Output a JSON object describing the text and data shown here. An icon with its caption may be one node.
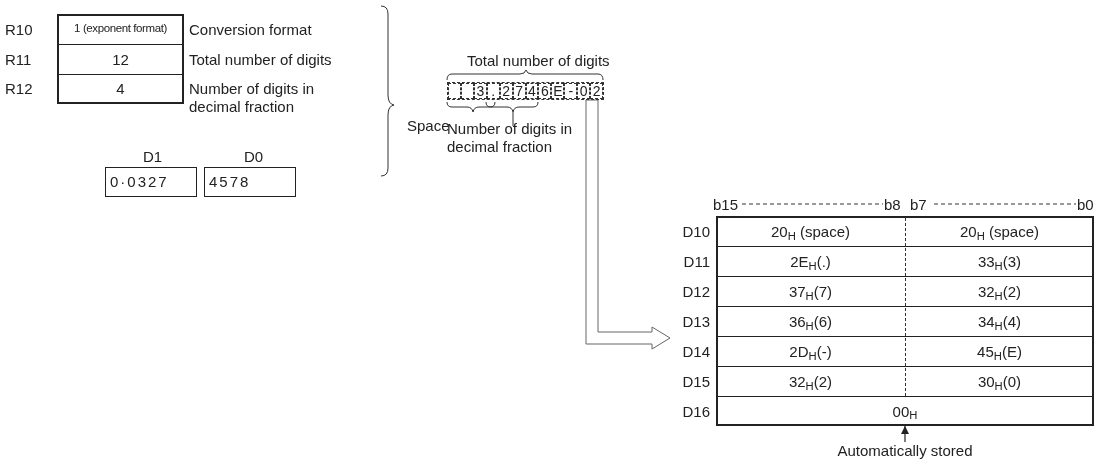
{
  "diagram": {
    "nodes": [
      {
        "text": [],
        "shape": "box"
      },
      {
        "text": [],
        "shape": "box"
      },
      {
        "text": [
          "00$_{H}$"
        ],
        "in": 1
      },
      {
        "text": [
          "Automatically stored"
        ]
      }
    ],
    "edges": [
      {
        "from": 0,
        "to": 1,
        "arrow": "to",
        "style": "thick"
      },
      {
        "from": 3,
        "to": 2,
        "arrow": "to",
        "color": "#222222"
      }
    ],
    "labels": [
      "R10",
      "1 (exponent format)",
      "Conversion format",
      "R11",
      "12",
      "Total number of digits",
      "R12",
      "4",
      "Number of digits in decimal fraction",
      "D1",
      "D0",
      "0·0327",
      "4578",
      "Total number of digits",
      "3",
      ".",
      "2",
      "7",
      "4",
      "6",
      "E",
      "-",
      "0",
      "2",
      "Space",
      "Number of digits in decimal fraction",
      "b15",
      "b8",
      "b7",
      "b0",
      "D10",
      "20$_{H}$ (space)",
      "20$_{H}$ (space)",
      "D11",
      "2E$_{H}$(.)",
      "33$_{H}$(3)",
      "D12",
      "37$_{H}$(7)",
      "32$_{H}$(2)",
      "D13",
      "36$_{H}$(6)",
      "34$_{H}$(4)",
      "D14",
      "2D$_{H}$(-)",
      "45$_{H}$(E)",
      "D15",
      "32$_{H}$(2)",
      "30$_{H}$(0)",
      "D16"
    ]
  }
}
